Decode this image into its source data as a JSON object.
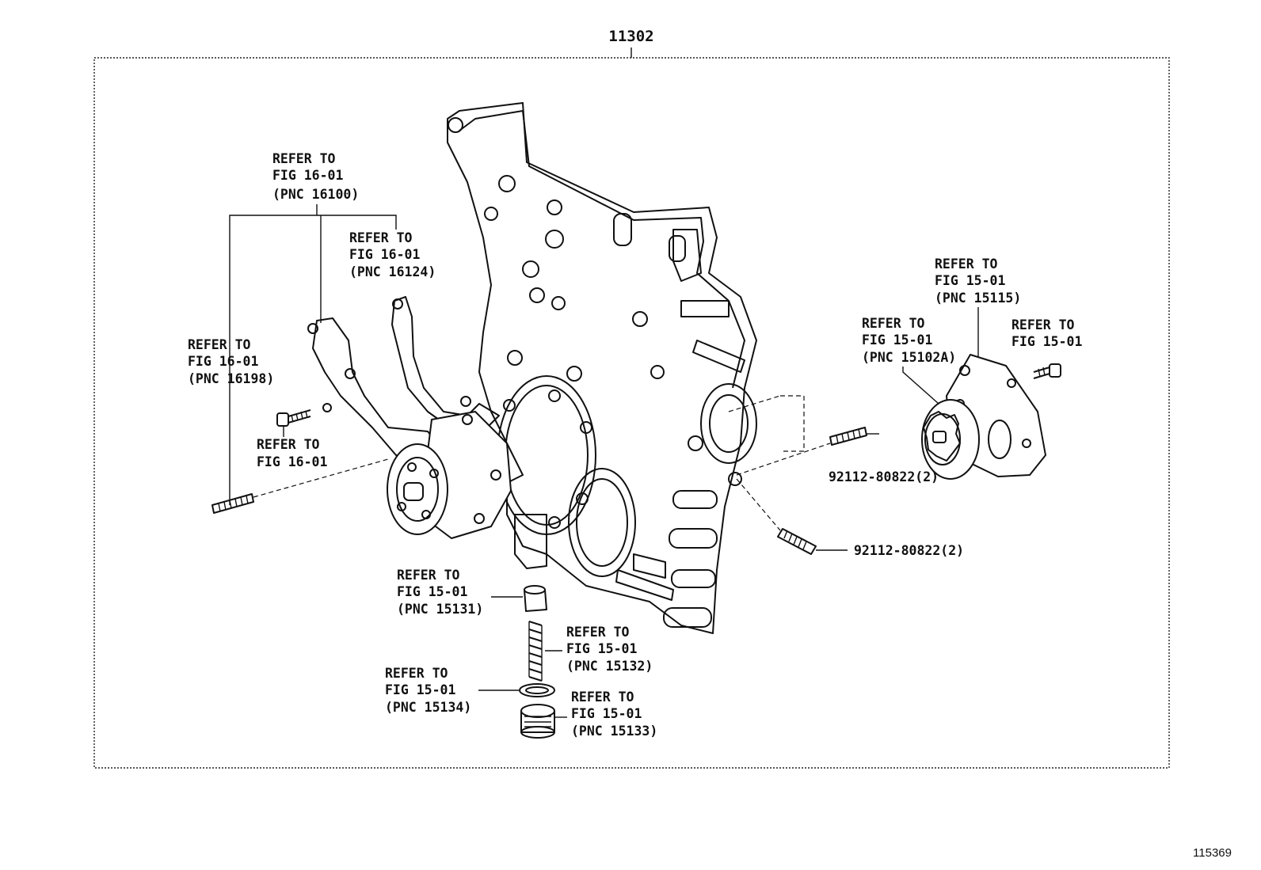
{
  "diagram": {
    "main_part_number": "11302",
    "image_ref": "115369",
    "callouts": [
      {
        "id": "pnc16100",
        "lines": [
          "REFER TO",
          "FIG 16-01",
          "(PNC 16100)"
        ]
      },
      {
        "id": "pnc16124",
        "lines": [
          "REFER TO",
          "FIG 16-01",
          "(PNC 16124)"
        ]
      },
      {
        "id": "pnc16198",
        "lines": [
          "REFER TO",
          "FIG 16-01",
          "(PNC 16198)"
        ]
      },
      {
        "id": "bolt16",
        "lines": [
          "REFER TO",
          "FIG 16-01"
        ]
      },
      {
        "id": "pnc15115",
        "lines": [
          "REFER TO",
          "FIG 15-01",
          "(PNC 15115)"
        ]
      },
      {
        "id": "pnc15102a",
        "lines": [
          "REFER TO",
          "FIG 15-01",
          "(PNC 15102A)"
        ]
      },
      {
        "id": "bolt15",
        "lines": [
          "REFER TO",
          "FIG 15-01"
        ]
      },
      {
        "id": "stud_upper",
        "lines": [
          "92112-80822(2)"
        ]
      },
      {
        "id": "stud_lower",
        "lines": [
          "92112-80822(2)"
        ]
      },
      {
        "id": "pnc15131",
        "lines": [
          "REFER TO",
          "FIG 15-01",
          "(PNC 15131)"
        ]
      },
      {
        "id": "pnc15132",
        "lines": [
          "REFER TO",
          "FIG 15-01",
          "(PNC 15132)"
        ]
      },
      {
        "id": "pnc15134",
        "lines": [
          "REFER TO",
          "FIG 15-01",
          "(PNC 15134)"
        ]
      },
      {
        "id": "pnc15133",
        "lines": [
          "REFER TO",
          "FIG 15-01",
          "(PNC 15133)"
        ]
      }
    ]
  }
}
